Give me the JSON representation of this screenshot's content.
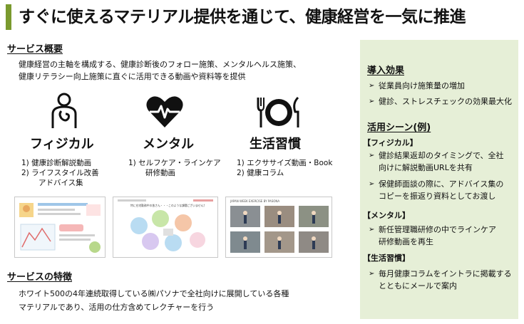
{
  "title": "すぐに使えるマテリアル提供を通じて、健康経営を一気に推進",
  "overview": {
    "heading": "サービス概要",
    "line1": "健康経営の主軸を構成する、健康診断後のフォロー施策、メンタルヘルス施策、",
    "line2": "健康リテラシー向上施策に直ぐに活用できる動画や資料等を提供"
  },
  "categories": [
    {
      "label": "フィジカル",
      "icon": "person-stomach-icon",
      "items": [
        "1) 健康診断解説動画",
        "2) ライフスタイル改善",
        "アドバイス集"
      ]
    },
    {
      "label": "メンタル",
      "icon": "heart-pulse-icon",
      "items": [
        "1) セルフケア・ラインケア",
        "研修動画"
      ]
    },
    {
      "label": "生活習慣",
      "icon": "plate-utensils-icon",
      "items": [
        "1) エクササイズ動画・Book",
        "2) 健康コラム"
      ]
    }
  ],
  "thumb2_caption": "特に在宅勤務中の皆さん・・・このような課題ございませんか？",
  "thumb3_caption": "JAPAN WEEK EXERCISE BY PASONA",
  "features": {
    "heading": "サービスの特徴",
    "line1": "ホワイト500の4年連続取得している㈱パソナで全社向けに展開している各種",
    "line2": "マテリアルであり、活用の仕方含めてレクチャーを行う"
  },
  "panel": {
    "effects_heading": "導入効果",
    "effects": [
      "従業員向け施策量の増加",
      "健診、ストレスチェックの効果最大化"
    ],
    "scenes_heading": "活用シーン(例)",
    "physical_label": "【フィジカル】",
    "physical": [
      {
        "l1": "健診結果返却のタイミングで、全社",
        "l2": "向けに解説動画URLを共有"
      },
      {
        "l1": "保健師面談の際に、アドバイス集の",
        "l2": "コピーを振返り資料としてお渡し"
      }
    ],
    "mental_label": "【メンタル】",
    "mental": [
      {
        "l1": "新任管理職研修の中でラインケア",
        "l2": "研修動画を再生"
      }
    ],
    "habit_label": "【生活習慣】",
    "habit": [
      {
        "l1": "毎月健康コラムをイントラに掲載する",
        "l2": "とともにメールで案内"
      }
    ]
  },
  "colors": {
    "accent": "#7a9a2e",
    "panel_bg": "#e6efd7"
  }
}
